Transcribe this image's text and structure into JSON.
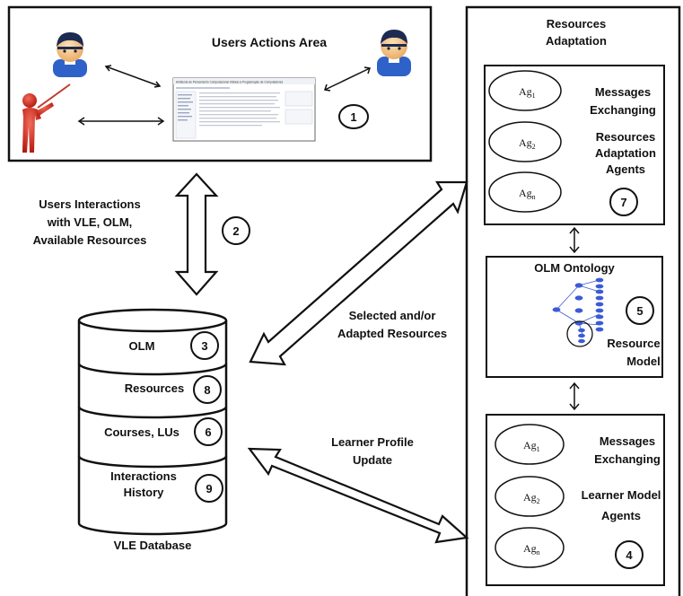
{
  "users_area": {
    "title": "Users Actions Area",
    "screen_title": "Ambiente de Pensamento Computacional Voltado à Programação de Computadores",
    "badge": "1"
  },
  "interactions": {
    "lines": [
      "Users Interactions",
      "with VLE, OLM,",
      "Available Resources"
    ],
    "badge": "2"
  },
  "database": {
    "caption": "VLE Database",
    "segments": [
      {
        "label": "OLM",
        "badge": "3"
      },
      {
        "label": "Resources",
        "badge": "8"
      },
      {
        "label": "Courses, LUs",
        "badge": "6"
      },
      {
        "label": "Interactions History",
        "label_lines": [
          "Interactions",
          "History"
        ],
        "badge": "9"
      }
    ]
  },
  "selected_resources": {
    "lines": [
      "Selected and/or",
      "Adapted Resources"
    ]
  },
  "learner_update": {
    "lines": [
      "Learner Profile",
      "Update"
    ]
  },
  "resources_adaptation": {
    "title_lines": [
      "Resources",
      "Adaptation"
    ],
    "agents": [
      {
        "base": "Ag",
        "sub": "1"
      },
      {
        "base": "Ag",
        "sub": "2"
      },
      {
        "base": "Ag",
        "sub": "n"
      }
    ],
    "messages_lines": [
      "Messages",
      "Exchanging"
    ],
    "agents_label_lines": [
      "Resources",
      "Adaptation",
      "Agents"
    ],
    "badge": "7"
  },
  "olm_ontology": {
    "title": "OLM Ontology",
    "model_lines": [
      "Resource",
      "Model"
    ],
    "badge": "5"
  },
  "learner_model": {
    "agents": [
      {
        "base": "Ag",
        "sub": "1"
      },
      {
        "base": "Ag",
        "sub": "2"
      },
      {
        "base": "Ag",
        "sub": "n"
      }
    ],
    "messages_lines": [
      "Messages",
      "Exchanging"
    ],
    "agents_label_lines": [
      "Learner Model",
      "Agents"
    ],
    "badge": "4"
  },
  "colors": {
    "line": "#111111",
    "teacher": "#d42a1c",
    "face": "#f4c48a",
    "hair": "#1d2a52",
    "shirt": "#2f62c9",
    "ontology": "#3b5bd6"
  }
}
